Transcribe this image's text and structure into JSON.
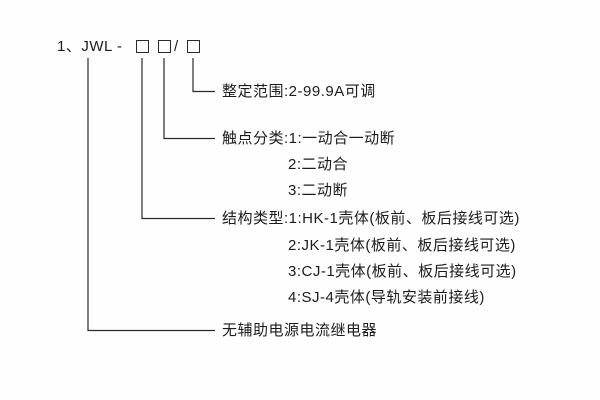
{
  "title": {
    "prefix": "1、JWL -",
    "separator": "/"
  },
  "colors": {
    "line": "#2b2b2b",
    "text": "#1c1c1c",
    "background": "#fefefe"
  },
  "callouts": {
    "setting_range": {
      "label": "整定范围:2-99.9A可调"
    },
    "contact_class": {
      "label": "触点分类:1:一动合一动断",
      "options": [
        "2:二动合",
        "3:二动断"
      ]
    },
    "structure_type": {
      "label": "结构类型:1:HK-1壳体(板前、板后接线可选)",
      "options": [
        "2:JK-1壳体(板前、板后接线可选)",
        "3:CJ-1壳体(板前、板后接线可选)",
        "4:SJ-4壳体(导轨安装前接线)"
      ]
    },
    "product_name": {
      "label": "无辅助电源电流继电器"
    }
  }
}
